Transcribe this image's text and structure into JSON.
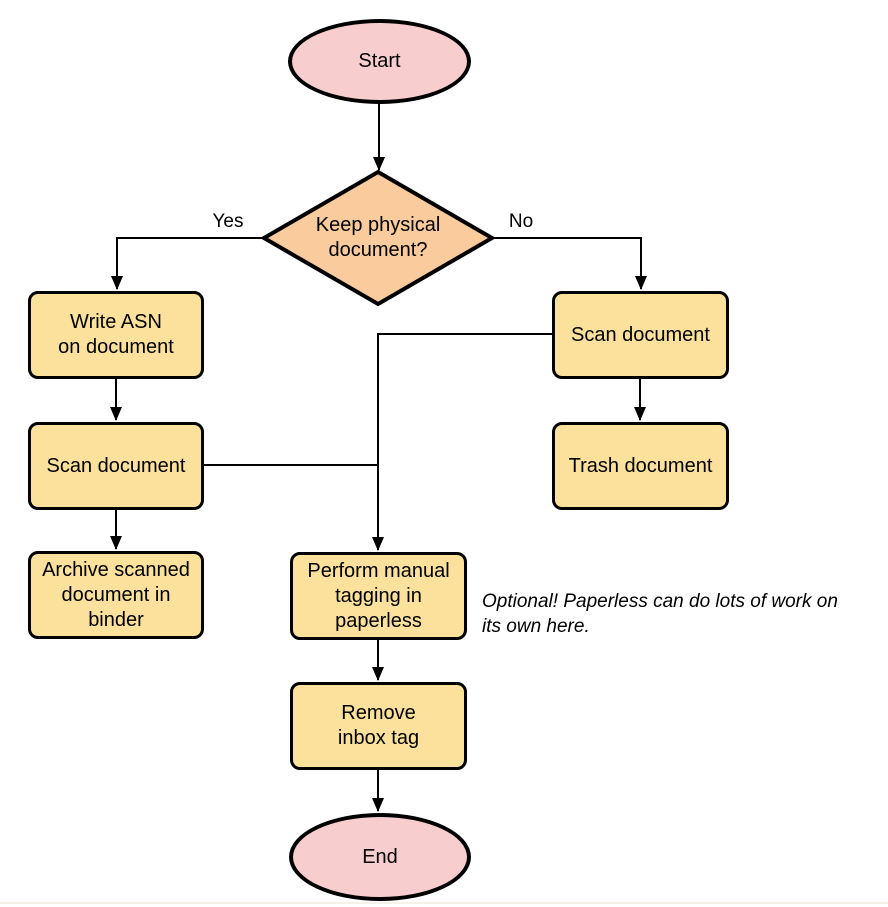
{
  "diagram": {
    "nodes": {
      "start": "Start",
      "decision": "Keep physical\ndocument?",
      "write_asn": "Write ASN\non document",
      "scan_left": "Scan document",
      "archive": "Archive scanned\ndocument in\nbinder",
      "scan_right": "Scan document",
      "trash": "Trash document",
      "tagging": "Perform manual\ntagging in\npaperless",
      "remove_inbox": "Remove\ninbox tag",
      "end": "End"
    },
    "edge_labels": {
      "yes": "Yes",
      "no": "No"
    },
    "annotation": "Optional! Paperless can do lots of work on\nits own here.",
    "colors": {
      "terminator_fill": "#F8CDCD",
      "decision_fill": "#FACB9D",
      "process_fill": "#FBE19B",
      "edge_stroke": "#000000"
    }
  }
}
